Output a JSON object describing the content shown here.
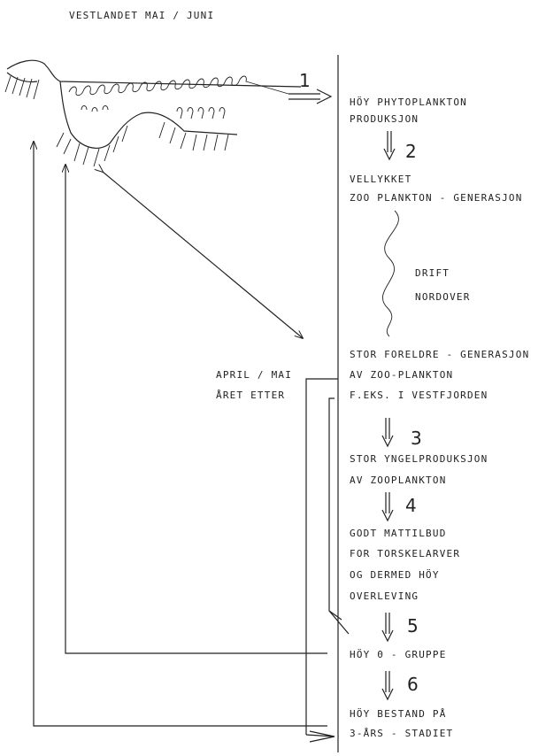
{
  "title": "VESTLANDET   MAI / JUNI",
  "side_note": {
    "line1": "APRIL / MAI",
    "line2": "ÅRET ETTER"
  },
  "steps": {
    "1": "1",
    "2": "2",
    "3": "3",
    "4": "4",
    "5": "5",
    "6": "6"
  },
  "stages": {
    "phyto": [
      "HÖY  PHYTOPLANKTON",
      "PRODUKSJON"
    ],
    "zoo": [
      "VELLYKKET",
      "ZOO PLANKTON - GENERASJON"
    ],
    "drift": [
      "DRIFT",
      "NORDOVER"
    ],
    "parent": [
      "STOR  FORELDRE - GENERASJON",
      "AV  ZOO-PLANKTON",
      "F.EKS.  I  VESTFJORDEN"
    ],
    "yngel": [
      "STOR  YNGELPRODUKSJON",
      "AV  ZOOPLANKTON"
    ],
    "mat": [
      "GODT  MATTILBUD",
      "FOR   TORSKELARVER",
      "OG  DERMED  HÖY",
      "OVERLEVING"
    ],
    "ogruppe": [
      "HÖY   0 - GRUPPE"
    ],
    "bestand": [
      "HÖY  BESTAND  PÅ",
      "3-ÅRS - STADIET"
    ]
  }
}
